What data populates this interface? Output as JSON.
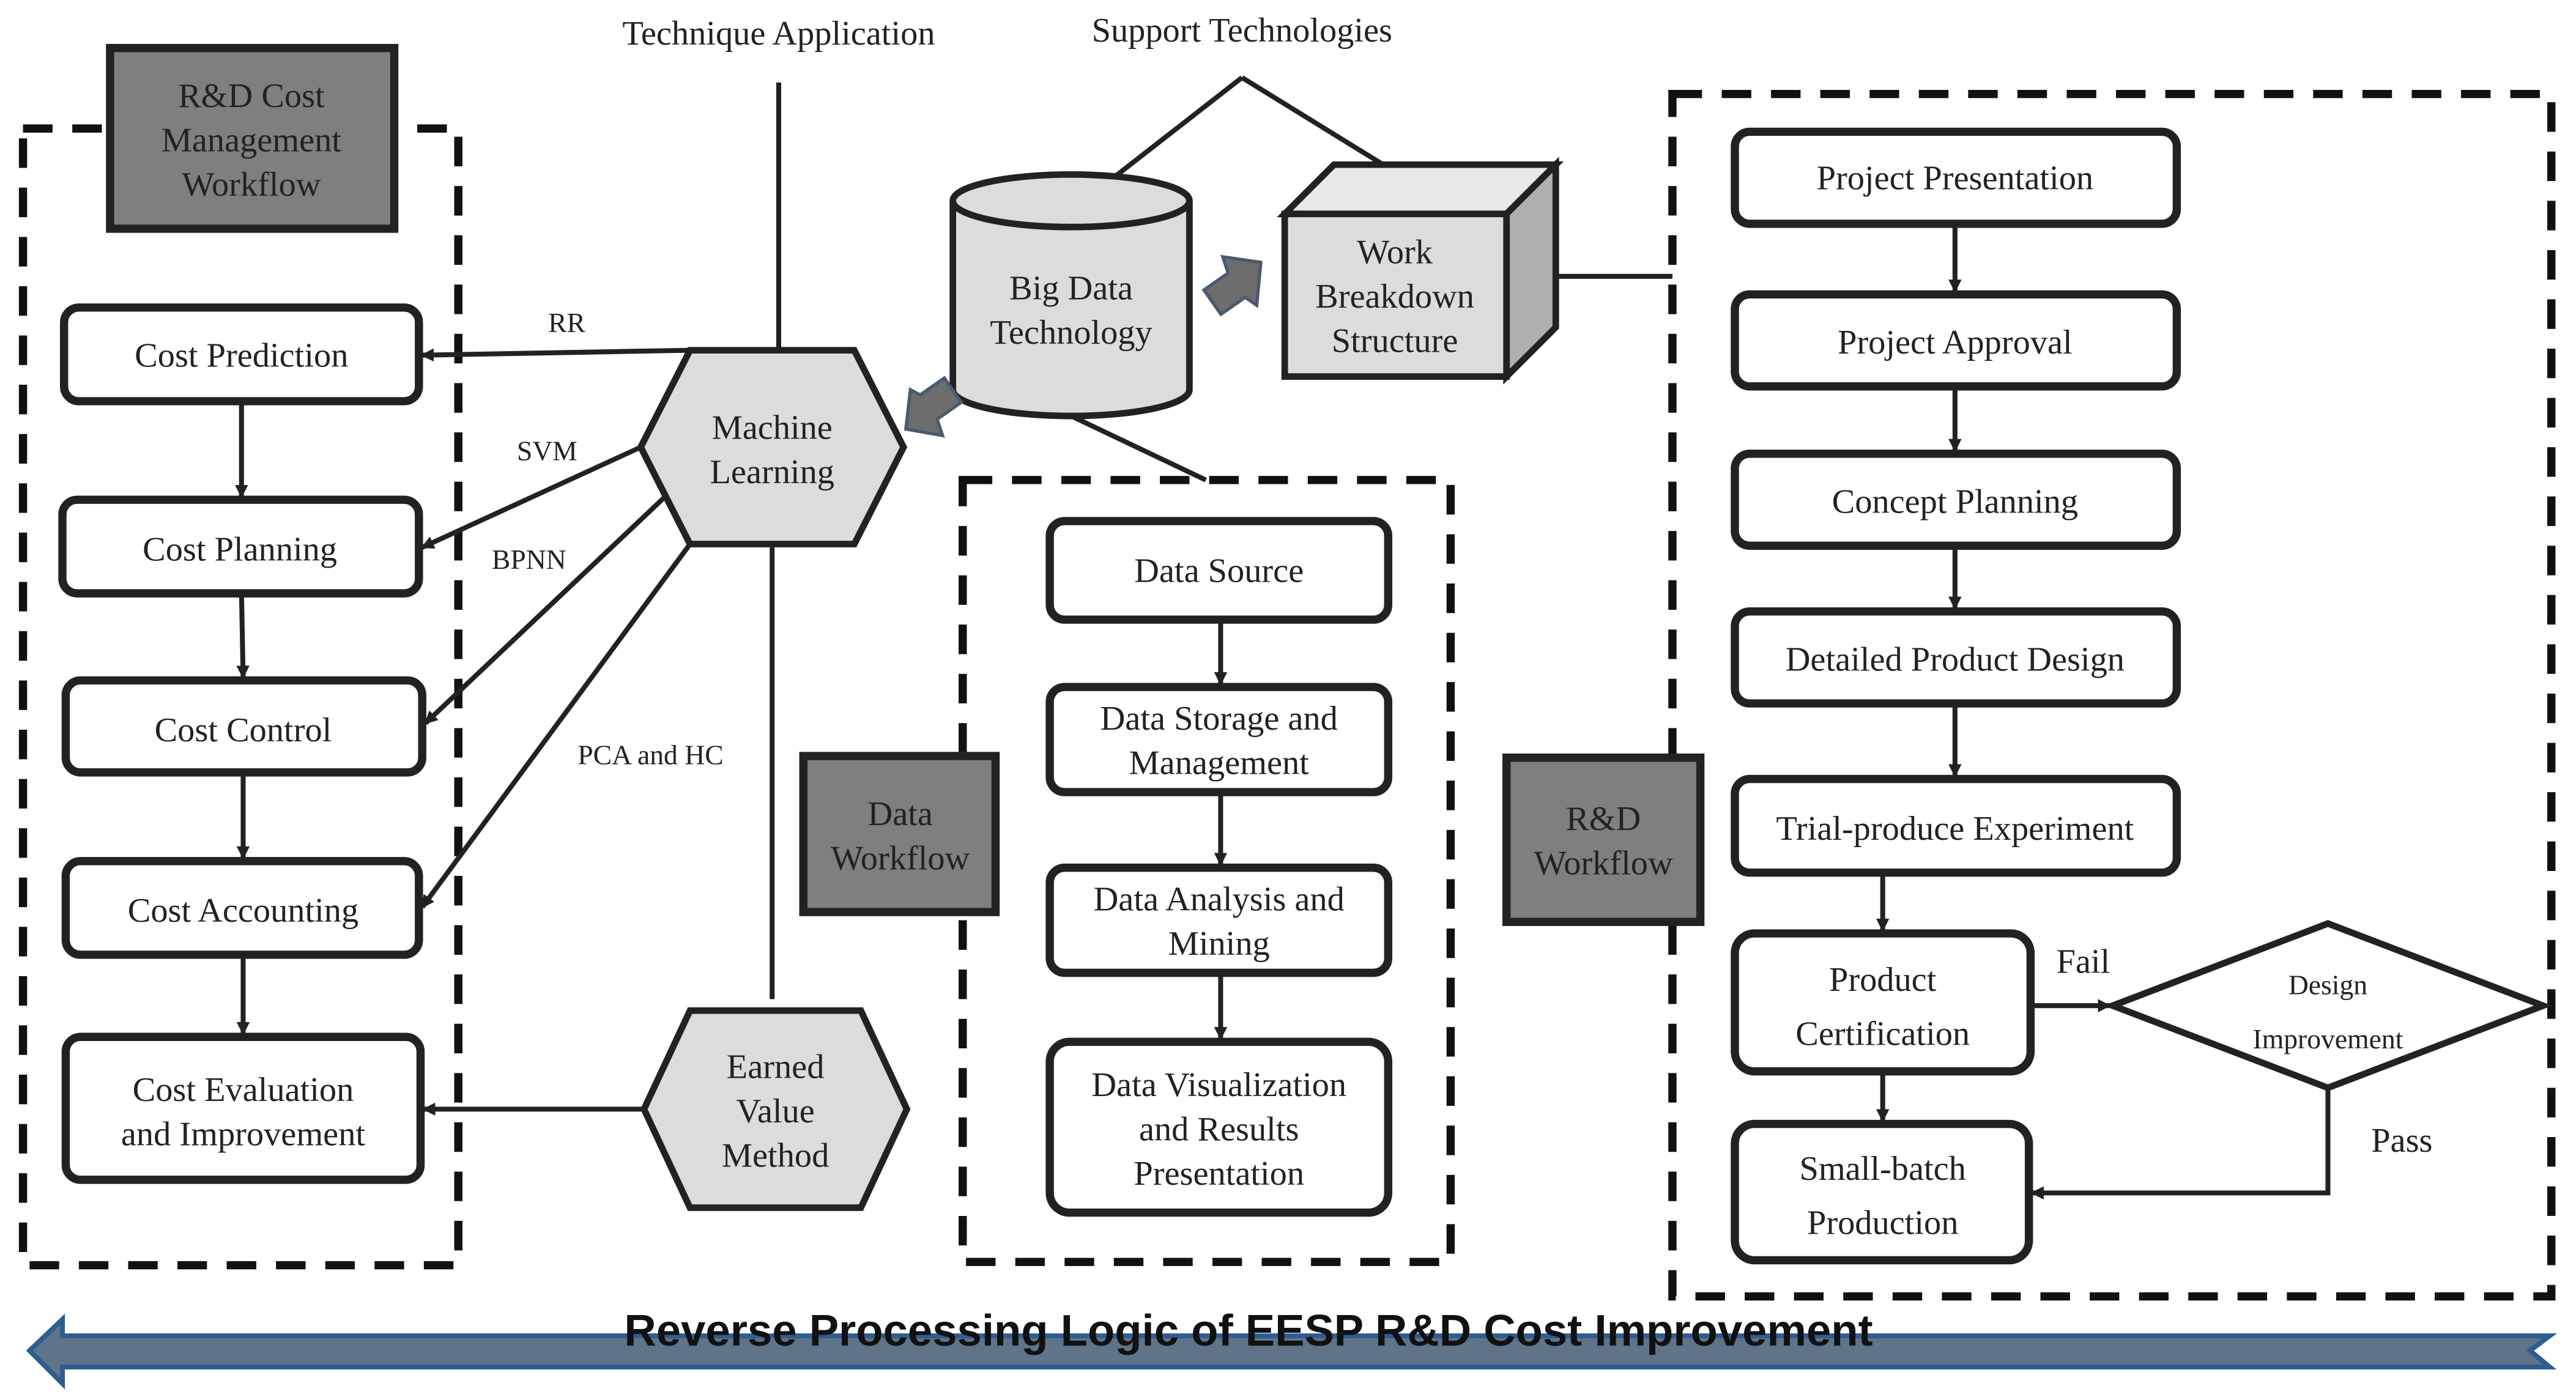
{
  "header": {
    "technique_application": "Technique Application",
    "support_technologies": "Support Technologies"
  },
  "cost_workflow": {
    "title": [
      "R&D Cost",
      "Management",
      "Workflow"
    ],
    "steps": [
      [
        "Cost Prediction"
      ],
      [
        "Cost Planning"
      ],
      [
        "Cost Control"
      ],
      [
        "Cost Accounting"
      ],
      [
        "Cost Evaluation",
        "and Improvement"
      ]
    ]
  },
  "techniques": {
    "machine_learning": [
      "Machine",
      "Learning"
    ],
    "earned_value": [
      "Earned",
      "Value",
      "Method"
    ],
    "methods": [
      "RR",
      "SVM",
      "BPNN",
      "PCA and HC"
    ]
  },
  "support": {
    "big_data": [
      "Big Data",
      "Technology"
    ],
    "wbs": [
      "Work",
      "Breakdown",
      "Structure"
    ]
  },
  "data_workflow": {
    "title": [
      "Data",
      "Workflow"
    ],
    "steps": [
      [
        "Data Source"
      ],
      [
        "Data Storage and",
        "Management"
      ],
      [
        "Data Analysis and",
        "Mining"
      ],
      [
        "Data Visualization",
        "and Results",
        "Presentation"
      ]
    ]
  },
  "rd_workflow": {
    "title": [
      "R&D",
      "Workflow"
    ],
    "steps": [
      [
        "Project Presentation"
      ],
      [
        "Project Approval"
      ],
      [
        "Concept Planning"
      ],
      [
        "Detailed Product Design"
      ],
      [
        "Trial-produce Experiment"
      ],
      [
        "Product",
        "Certification"
      ],
      [
        "Small-batch",
        "Production"
      ]
    ],
    "decision": [
      "Design",
      "Improvement"
    ],
    "fail_label": "Fail",
    "pass_label": "Pass"
  },
  "bottom_arrow": {
    "label": "Reverse Processing Logic of EESP R&D Cost Improvement"
  },
  "colors": {
    "dark_box": "#7f7f7f",
    "light_fill": "#dcdcdc",
    "arrow_fill": "#5f7389",
    "arrow_stroke": "#2e5e91"
  }
}
